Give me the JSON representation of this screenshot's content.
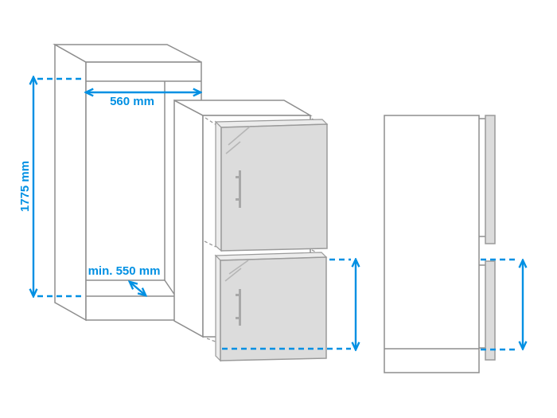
{
  "diagram": {
    "labels": {
      "niche_height": "1775 mm",
      "niche_width": "560 mm",
      "niche_depth": "min. 550 mm"
    },
    "colors": {
      "dimension_accent": "#0090E3",
      "outline_gray": "#8E8E8E",
      "door_panel_gray": "#DCDCDC"
    }
  }
}
